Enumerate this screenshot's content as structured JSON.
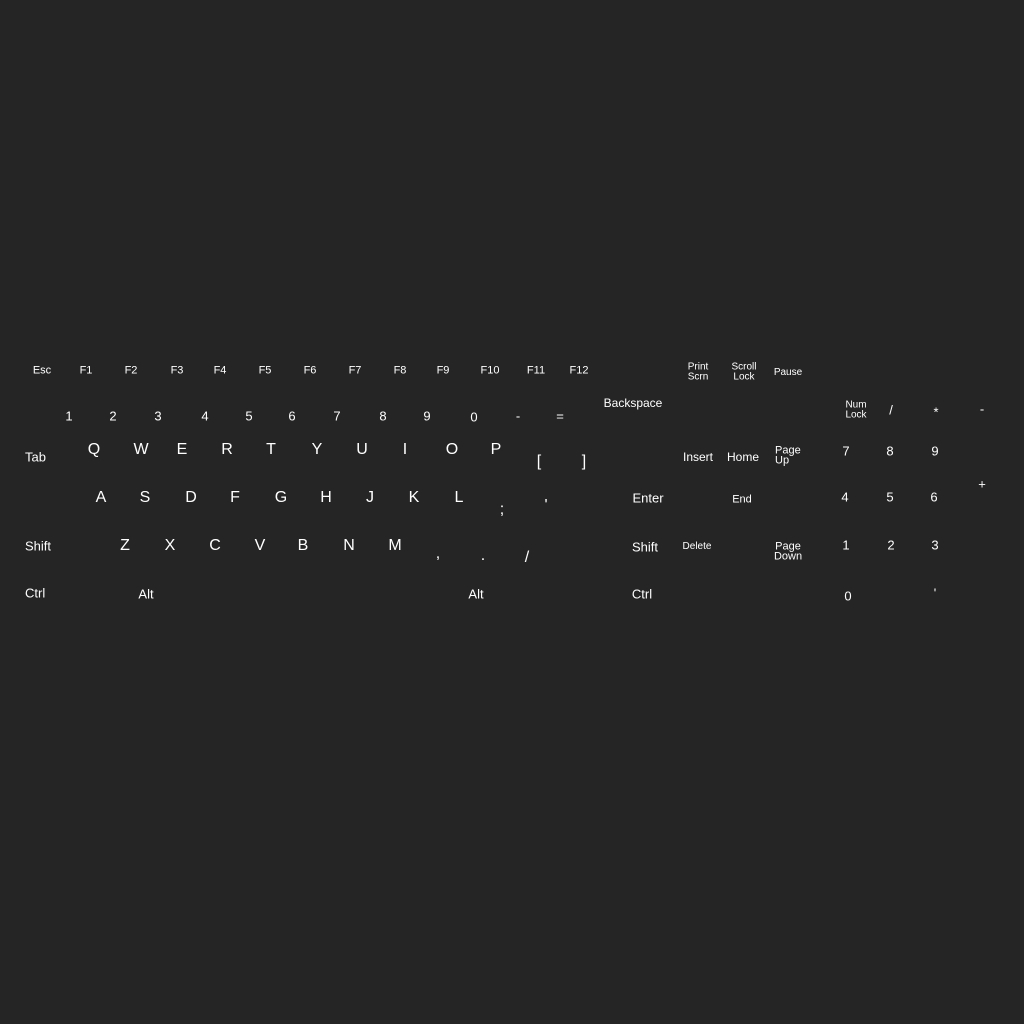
{
  "function_row": {
    "esc": "Esc",
    "f1": "F1",
    "f2": "F2",
    "f3": "F3",
    "f4": "F4",
    "f5": "F5",
    "f6": "F6",
    "f7": "F7",
    "f8": "F8",
    "f9": "F9",
    "f10": "F10",
    "f11": "F11",
    "f12": "F12",
    "print_screen": [
      "Print",
      "Scrn"
    ],
    "scroll_lock": [
      "Scroll",
      "Lock"
    ],
    "pause": "Pause"
  },
  "number_row": {
    "keys": [
      "1",
      "2",
      "3",
      "4",
      "5",
      "6",
      "7",
      "8",
      "9",
      "0",
      "-",
      "="
    ],
    "backspace": "Backspace"
  },
  "qwerty_row": {
    "tab": "Tab",
    "keys": [
      "Q",
      "W",
      "E",
      "R",
      "T",
      "Y",
      "U",
      "I",
      "O",
      "P",
      "[",
      "]"
    ]
  },
  "home_row": {
    "keys": [
      "A",
      "S",
      "D",
      "F",
      "G",
      "H",
      "J",
      "K",
      "L",
      ";",
      "'"
    ],
    "enter": "Enter"
  },
  "shift_row": {
    "left_shift": "Shift",
    "keys": [
      "Z",
      "X",
      "C",
      "V",
      "B",
      "N",
      "M",
      ",",
      ".",
      "/"
    ],
    "right_shift": "Shift"
  },
  "bottom_row": {
    "left_ctrl": "Ctrl",
    "left_alt": "Alt",
    "right_alt": "Alt",
    "right_ctrl": "Ctrl"
  },
  "navigation": {
    "insert": "Insert",
    "home": "Home",
    "page_up": [
      "Page",
      "Up"
    ],
    "delete": "Delete",
    "end": "End",
    "page_down": [
      "Page",
      "Down"
    ]
  },
  "numpad": {
    "num_lock": [
      "Num",
      "Lock"
    ],
    "divide": "/",
    "multiply": "*",
    "subtract": "-",
    "add": "+",
    "n7": "7",
    "n8": "8",
    "n9": "9",
    "n4": "4",
    "n5": "5",
    "n6": "6",
    "n1": "1",
    "n2": "2",
    "n3": "3",
    "n0": "0",
    "decimal": "'"
  }
}
